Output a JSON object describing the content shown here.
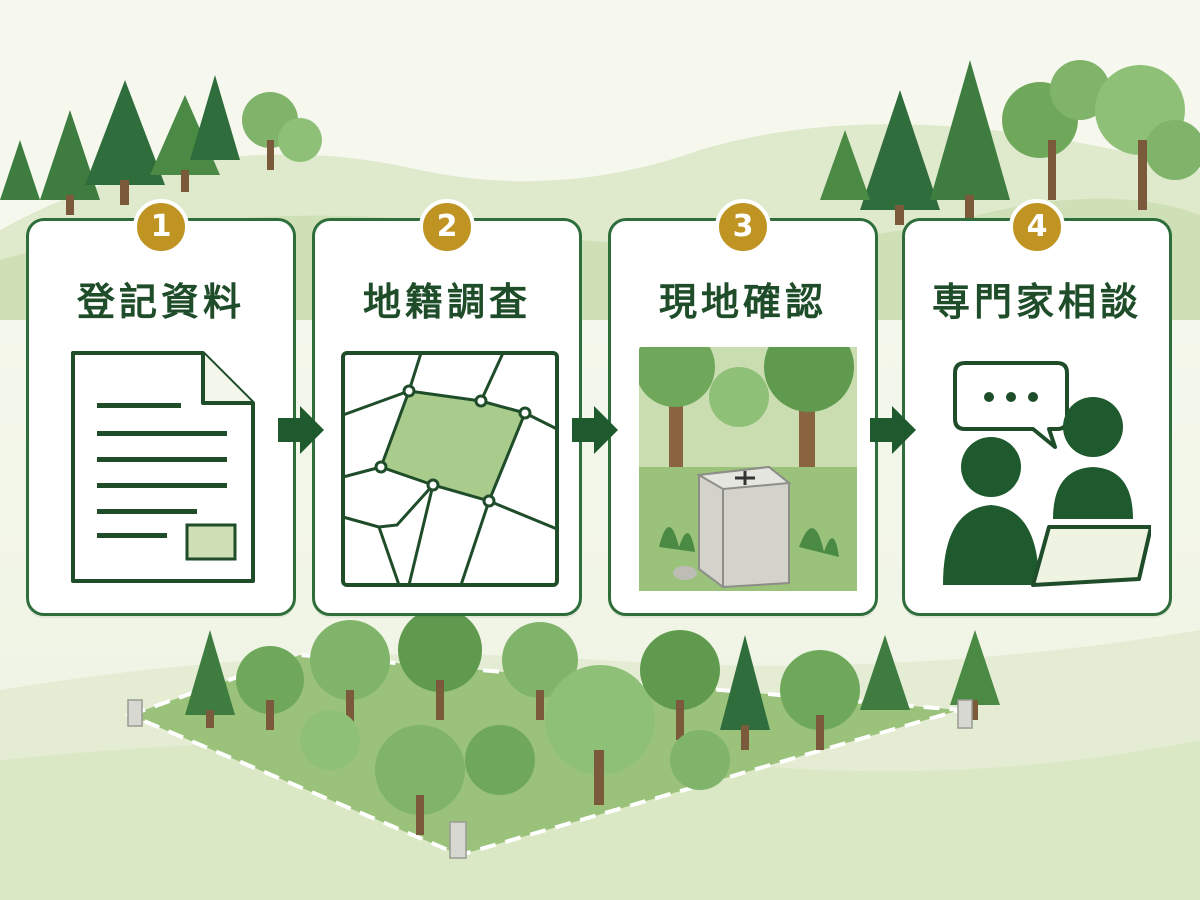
{
  "steps": [
    {
      "number": "1",
      "title": "登記資料",
      "icon": "document-icon"
    },
    {
      "number": "2",
      "title": "地籍調査",
      "icon": "parcel-map-icon"
    },
    {
      "number": "3",
      "title": "現地確認",
      "icon": "boundary-stone-icon"
    },
    {
      "number": "4",
      "title": "専門家相談",
      "icon": "consultation-icon"
    }
  ],
  "colors": {
    "card_border": "#2f6e3c",
    "badge": "#bf9422",
    "title_text": "#1f4d2a",
    "arrow": "#1f5a2e",
    "accent_fill": "#a9cc8c",
    "background": "#f3f6ea"
  }
}
